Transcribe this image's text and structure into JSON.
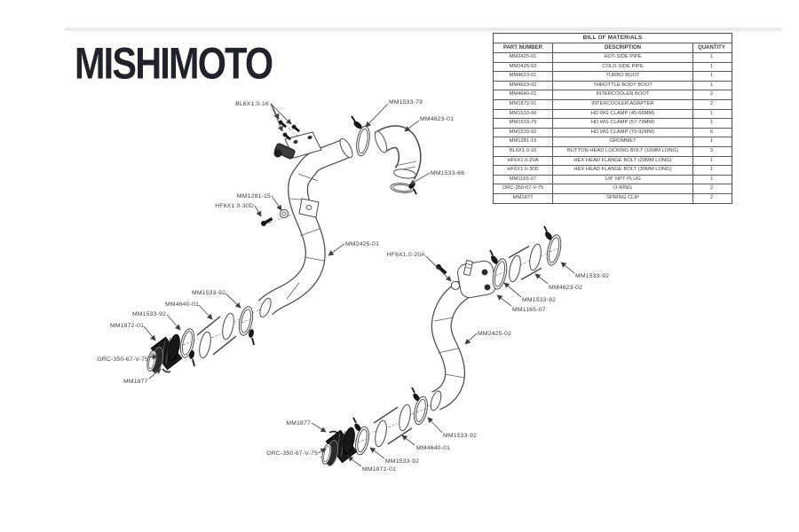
{
  "brand": {
    "logo_text": "MISHIMOTO"
  },
  "bom_table": {
    "title": "BILL OF MATERIALS",
    "columns": [
      "PART NUMBER",
      "DESCRIPTION",
      "QUANTITY"
    ],
    "rows": [
      [
        "MM2425-01",
        "HOT-SIDE PIPE",
        "1"
      ],
      [
        "MM2425-02",
        "COLD-SIDE PIPE",
        "1"
      ],
      [
        "MM4623-01",
        "TURBO BOOT",
        "1"
      ],
      [
        "MM4623-02",
        "THROTTLE BODY BOOT",
        "1"
      ],
      [
        "MM4640-01",
        "INTERCOOLER BOOT",
        "2"
      ],
      [
        "MM1872-01",
        "INTERCOOLER ADAPTER",
        "2"
      ],
      [
        "MM1533-66",
        "HD WG CLAMP (45-66MM)",
        "1"
      ],
      [
        "MM1533-79",
        "HD WG CLAMP (57-79MM)",
        "1"
      ],
      [
        "MM1533-92",
        "HD WG CLAMP (70-92MM)",
        "6"
      ],
      [
        "MM1281-15",
        "GROMMET",
        "1"
      ],
      [
        "BL6X1.0-16",
        "BUTTON HEAD LOCKING BOLT (16MM LONG)",
        "3"
      ],
      [
        "HF6X1.0-20A",
        "HEX HEAD FLANGE BOLT (20MM LONG)",
        "1"
      ],
      [
        "HF6X1.0-30D",
        "HEX HEAD FLANGE BOLT (30MM LONG)",
        "1"
      ],
      [
        "MM1165-07",
        "1/8\" NPT PLUG",
        "1"
      ],
      [
        "ORC-350-67-V-75",
        "O-RING",
        "2"
      ],
      [
        "MM1877",
        "SPRING CLIP",
        "2"
      ]
    ]
  },
  "diagram": {
    "labels": [
      "BL6X1.0-16",
      "MM1533-79",
      "MM4623-01",
      "MM1533-66",
      "MM1281-15",
      "HF6X1.0-30D",
      "MM2425-01",
      "MM1533-92",
      "MM4640-01",
      "MM1533-92",
      "MM1872-01",
      "ORC-350-67-V-75",
      "MM1877",
      "HF6X1.0-20A",
      "MM1533-92",
      "MM4623-02",
      "MM1533-92",
      "MM1165-07",
      "MM2425-02",
      "MM1877",
      "ORC-350-67-V-75",
      "MM1872-01",
      "MM1533-92",
      "MM4640-01",
      "MM1533-92"
    ]
  }
}
